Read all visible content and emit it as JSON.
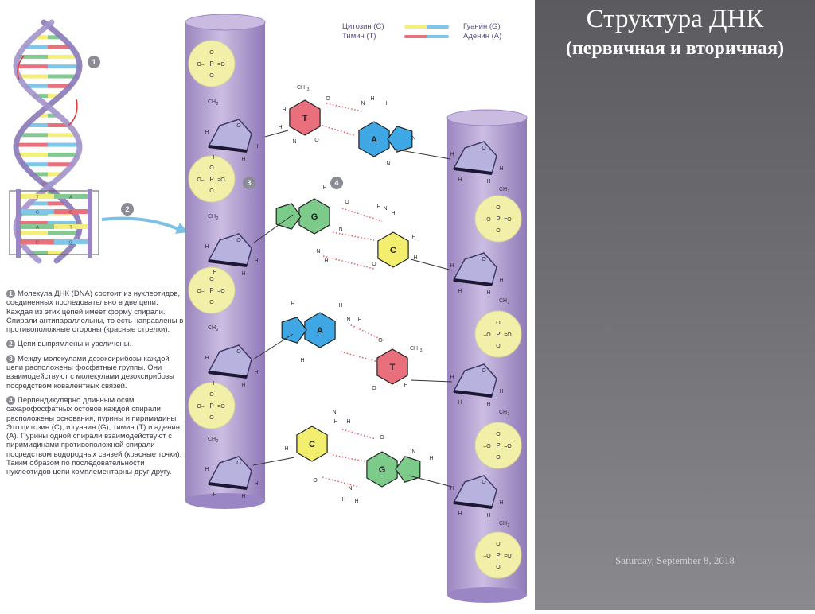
{
  "slide": {
    "title": "Структура ДНК",
    "subtitle": "(первичная и вторичная)",
    "date": "Saturday, September 8, 2018"
  },
  "legend": [
    {
      "label": "Цитозин (С)",
      "colors": [
        "#f4ef7a",
        "#7ec7ea"
      ]
    },
    {
      "label": "Гуанин (G)",
      "colors": [
        "#83c991",
        "#f4ef7a"
      ]
    },
    {
      "label": "Тимин (Т)",
      "colors": [
        "#e9707d",
        "#7ec7ea"
      ]
    },
    {
      "label": "Аденин (А)",
      "colors": [
        "#7ec7ea",
        "#e9707d"
      ]
    }
  ],
  "colors": {
    "cytosine": "#f3ee6e",
    "guanine": "#7ccb8b",
    "thymine": "#ea6f7c",
    "adenine": "#3fa7e3",
    "backbone": "#a896c8",
    "phosphate": "#f2efa8",
    "sugar": "#b7b3de",
    "hbond": "#e05b6a"
  },
  "diagram": {
    "markers": [
      "1",
      "2",
      "3",
      "4"
    ],
    "helix_pairs": [
      "Т",
      "А",
      "G",
      "C",
      "A",
      "T",
      "C",
      "G"
    ],
    "pairs": [
      {
        "left": "T",
        "right": "A"
      },
      {
        "left": "G",
        "right": "C"
      },
      {
        "left": "A",
        "right": "T"
      },
      {
        "left": "C",
        "right": "G"
      }
    ],
    "atoms": {
      "hydrogen": "H",
      "oxygen": "O",
      "nitrogen": "N",
      "phosphorus": "P",
      "methyl": "CH",
      "methyl_sub": "3",
      "ch2": "CH",
      "ch2_sub": "2"
    }
  },
  "notes": [
    {
      "num": "1",
      "text": "Молекула ДНК (DNA) состоит из нуклеотидов, соединенных последовательно в две цепи. Каждая из этих цепей имеет форму спирали. Спирали антипараллельны, то есть направлены в противоположные стороны (красные стрелки)."
    },
    {
      "num": "2",
      "text": "Цепи выпрямлены и увеличены."
    },
    {
      "num": "3",
      "text": "Между молекулами дезоксирибозы каждой цепи расположены фосфатные группы. Они взаимодействуют с молекулами дезоксирибозы посредством ковалентных связей."
    },
    {
      "num": "4",
      "text": "Перпендикулярно длинным осям сахарофосфатных остовов каждой спирали расположены основания, пурины и пиримидины. Это цитозин (С), и гуанин (G), тимин (Т) и аденин (А). Пурины одной спирали взаимодействуют с пиримидинами противоположной спирали посредством водородных связей (красные точки). Таким образом по последовательности нуклеотидов цепи комплементарны друг другу."
    }
  ]
}
